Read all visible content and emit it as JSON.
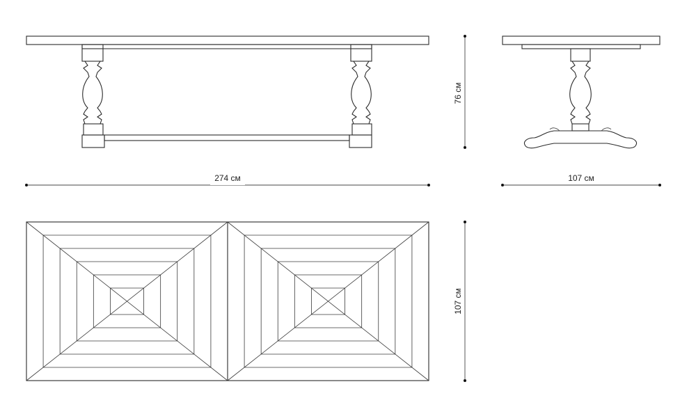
{
  "dimensions": {
    "length": "274 см",
    "height": "76 см",
    "depth": "107 см",
    "top_depth": "107 см"
  },
  "colors": {
    "line": "#2a2a2a",
    "background": "#ffffff"
  }
}
